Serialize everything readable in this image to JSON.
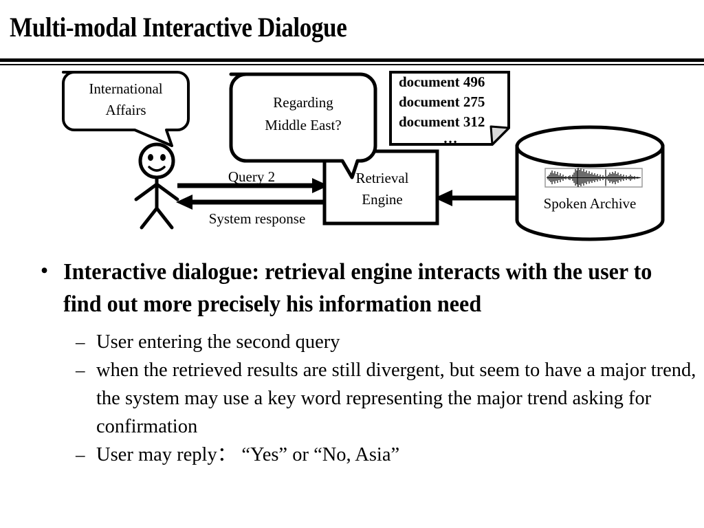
{
  "slide": {
    "title": "Multi-modal Interactive  Dialogue",
    "background": "#ffffff",
    "ink": "#000000"
  },
  "diagram": {
    "user_bubble": {
      "line1": "International",
      "line2": "Affairs"
    },
    "system_bubble": {
      "line1": "Regarding",
      "line2": "Middle East?"
    },
    "document_note": {
      "line1": "document 496",
      "line2": "document 275",
      "line3": "document 312",
      "line4": "…",
      "fold_color": "#d9d9d9"
    },
    "engine_box": {
      "line1": "Retrieval",
      "line2": "Engine"
    },
    "archive": {
      "label": "Spoken Archive"
    },
    "arrows": {
      "query_label": "Query 2",
      "response_label": "System response"
    }
  },
  "body": {
    "bullet1": {
      "marker": "•",
      "text": "Interactive dialogue: retrieval engine interacts with the user to find out more precisely his information need"
    },
    "sub_bullets": [
      {
        "marker": "–",
        "text": "User entering the second query"
      },
      {
        "marker": "–",
        "text": "when the retrieved results are still divergent, but seem to have a major trend, the system may use a key word representing the major trend asking for confirmation"
      },
      {
        "marker": "–",
        "text": "User may reply：  “Yes” or “No, Asia”"
      }
    ]
  }
}
